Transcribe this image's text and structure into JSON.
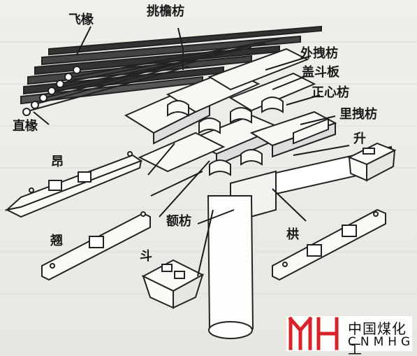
{
  "labels": {
    "fei_chuan": "飞椽",
    "tiao_yan_fang": "挑檐枋",
    "wai_zhuai_fang": "外拽枋",
    "gai_dou_ban": "盖斗板",
    "zheng_xin_fang": "正心枋",
    "li_zhuai_fang": "里拽枋",
    "zhi_chuan": "直椽",
    "sheng": "升",
    "ang": "昂",
    "e_fang": "额枋",
    "qiao": "翘",
    "gong": "栱",
    "dou": "斗"
  },
  "watermark": {
    "name_cn": "中国煤化工",
    "name_en": "CNMHG",
    "accent_color": "#d9232b"
  }
}
